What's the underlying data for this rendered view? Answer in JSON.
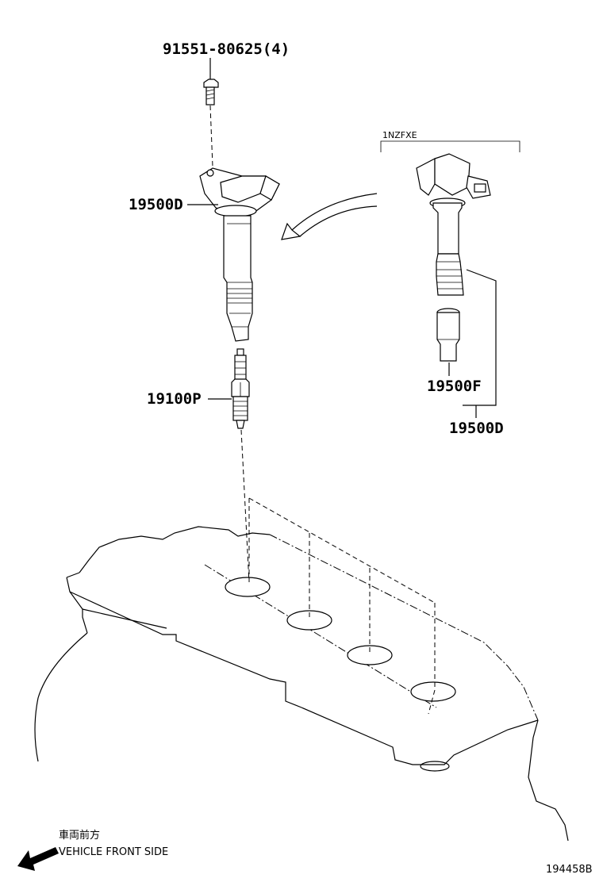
{
  "parts": {
    "bolt": "91551-80625(4)",
    "ignition_coil_main": "19500D",
    "spark_plug": "19100P",
    "engine_variant": "1NZFXE",
    "boot": "19500F",
    "ignition_coil_variant": "19500D"
  },
  "direction": {
    "japanese": "車両前方",
    "english": "VEHICLE FRONT SIDE"
  },
  "figure_id": "194458B"
}
